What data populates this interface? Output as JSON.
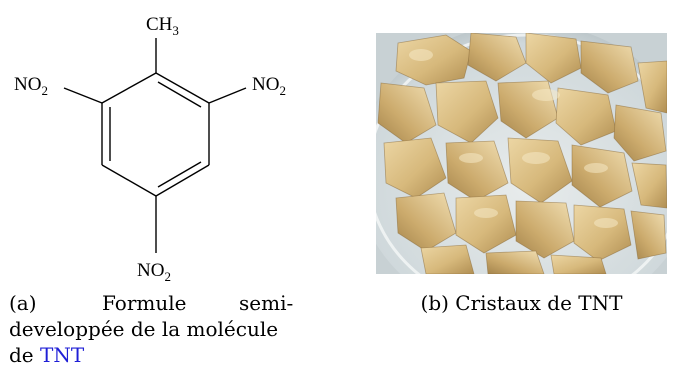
{
  "figure_a": {
    "substituent_top": "CH",
    "substituent_top_sub": "3",
    "substituent_left": "NO",
    "substituent_left_sub": "2",
    "substituent_right": "NO",
    "substituent_right_sub": "2",
    "substituent_bottom": "NO",
    "substituent_bottom_sub": "2",
    "caption_label": "(a)",
    "caption_word1": "Formule",
    "caption_word2": "semi-",
    "caption_line2": "developpée de la molécule",
    "caption_line3_prefix": "de ",
    "caption_link": "TNT",
    "link_color": "#1f1fd6"
  },
  "figure_b": {
    "caption": "(b) Cristaux de TNT"
  }
}
